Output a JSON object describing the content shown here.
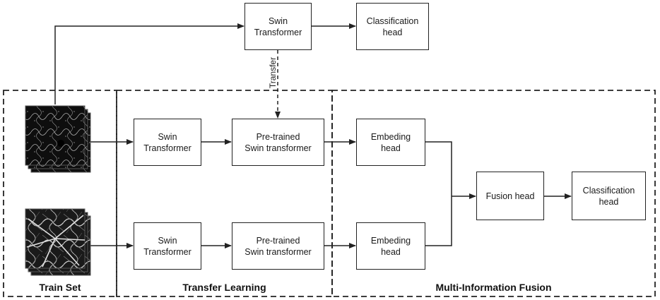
{
  "nodes": {
    "top_swin": "Swin\nTransformer",
    "top_classification": "Classification\nhead",
    "swin_1": "Swin\nTransformer",
    "pretrained_1": "Pre-trained\nSwin transformer",
    "embed_1": "Embeding\nhead",
    "swin_2": "Swin\nTransformer",
    "pretrained_2": "Pre-trained\nSwin transformer",
    "embed_2": "Embeding\nhead",
    "fusion": "Fusion head",
    "classification": "Classification\nhead"
  },
  "edge_labels": {
    "transfer": "Transfer"
  },
  "regions": {
    "train_set": "Train Set",
    "transfer_learning": "Transfer Learning",
    "fusion": "Multi-Information Fusion"
  },
  "images": {
    "top": "retina-oct-angiography-image",
    "bottom": "retina-vessel-image"
  },
  "colors": {
    "line": "#222222",
    "image_dark": "#0b0b0b",
    "image_light": "#d8d8d8"
  }
}
